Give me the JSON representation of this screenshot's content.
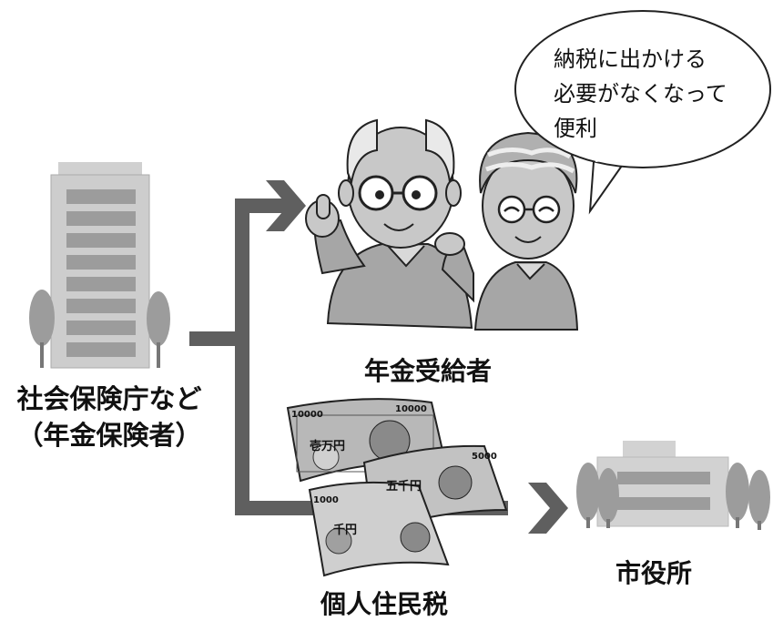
{
  "labels": {
    "source_line1": "社会保険庁など",
    "source_line2": "（年金保険者）",
    "recipient": "年金受給者",
    "city_hall": "市役所",
    "tax": "個人住民税"
  },
  "speech_bubble": {
    "lines": [
      "納税に出かける",
      "必要がなくなって",
      "便利"
    ]
  },
  "banknotes": [
    {
      "denomination": "10000",
      "text": "壱万円"
    },
    {
      "denomination": "5000",
      "text": "五千円"
    },
    {
      "denomination": "1000",
      "text": "千円"
    }
  ],
  "colors": {
    "arrow": "#5f5f5f",
    "building": "#aaaaaa",
    "tree": "#9a9a9a"
  }
}
